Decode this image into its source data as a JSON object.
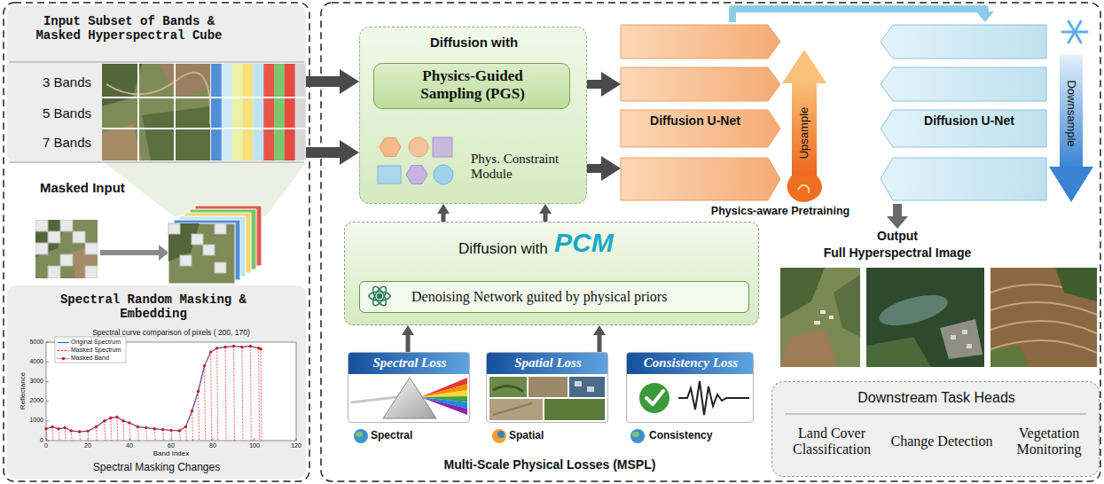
{
  "diagram": {
    "nodes": [
      {
        "text": [
          "Input Subset of Bands & Masked Hyperspectral Cube"
        ]
      },
      {
        "text": [
          "Spectral Random Masking & Embedding",
          "Spectral Masking Changes"
        ]
      },
      {
        "text": [
          "Diffusion with",
          "Phys. Constraint Module"
        ]
      },
      {
        "text": [
          "Physics-Guided Sampling (PGS)"
        ],
        "in": 2
      },
      {
        "text": [
          "Diffusion U-Net"
        ]
      },
      {
        "text": [
          "Diffusion U-Net"
        ]
      },
      {
        "text": [
          "Output",
          "Full Hyperspectral Image"
        ]
      },
      {
        "text": [
          "Diffusion with",
          "PCM"
        ]
      },
      {
        "text": [
          "Denoising Network guited by physical priors"
        ],
        "in": 7
      },
      {
        "text": [
          "Spectral Loss",
          "Spectral"
        ]
      },
      {
        "text": [
          "Spatial Loss",
          "Spatial"
        ]
      },
      {
        "text": [
          "Consistency Loss",
          "Consistency"
        ]
      },
      {
        "text": [
          "Downstream Task Heads"
        ]
      },
      {
        "text": [
          "Land Cover Classification"
        ],
        "in": 12
      },
      {
        "text": [
          "Change Detection"
        ],
        "in": 12
      },
      {
        "text": [
          "Vegetation Monitoring"
        ],
        "in": 12
      }
    ],
    "edges": [
      {
        "from": 0,
        "to": 2,
        "arrow": "to"
      },
      {
        "from": 0,
        "to": 2,
        "arrow": "to"
      },
      {
        "from": 2,
        "to": 4,
        "arrow": "to"
      },
      {
        "from": 2,
        "to": 4,
        "arrow": "to"
      },
      {
        "from": 7,
        "to": 2,
        "arrow": "to"
      },
      {
        "from": 7,
        "to": 2,
        "arrow": "to"
      },
      {
        "from": 9,
        "to": 7,
        "arrow": "to"
      },
      {
        "from": 10,
        "to": 7,
        "arrow": "to"
      },
      {
        "from": 4,
        "to": 5,
        "arrow": "to"
      },
      {
        "from": 5,
        "to": 6,
        "arrow": "to"
      }
    ],
    "labels": [
      "3 Bands",
      "5 Bands",
      "7 Bands",
      "Masked Input",
      "Spectral curve comparison of pixels ( 200, 170)",
      "Reflectance",
      "Band Index",
      "0",
      "1000",
      "2000",
      "3000",
      "4000",
      "5000",
      "0",
      "20",
      "40",
      "60",
      "80",
      "100",
      "120",
      "Upsample",
      "Downsample",
      "Physics-aware Pretraining",
      "Multi-Scale Physical Losses (MSPL)"
    ],
    "legend": [
      {
        "text": "Original Spectrum"
      },
      {
        "text": "Masked Spectrum"
      },
      {
        "text": "Masked Band"
      }
    ]
  }
}
